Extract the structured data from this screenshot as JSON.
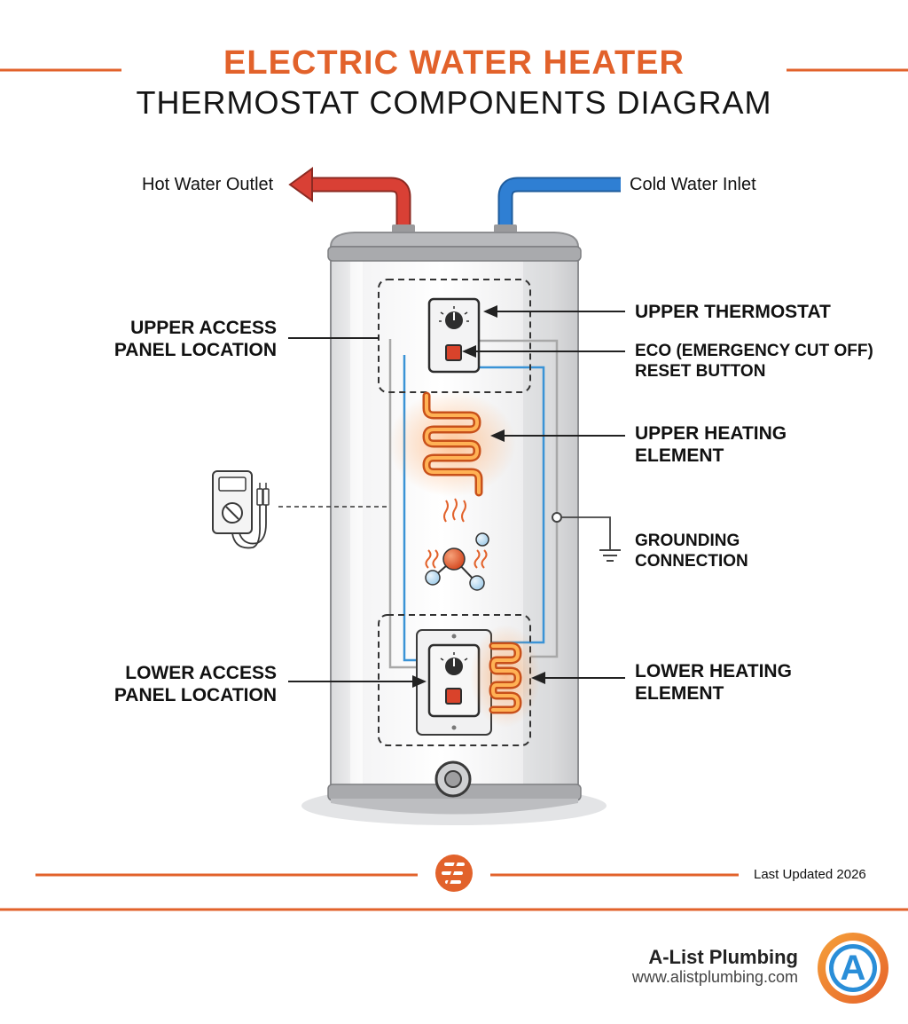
{
  "title": {
    "line1": "ELECTRIC WATER HEATER",
    "line2": "THERMOSTAT COMPONENTS DIAGRAM"
  },
  "pipes": {
    "hot_label": "Hot Water Outlet",
    "cold_label": "Cold Water Inlet"
  },
  "labels": {
    "upper_panel_l1": "UPPER ACCESS",
    "upper_panel_l2": "PANEL LOCATION",
    "upper_thermostat": "UPPER THERMOSTAT",
    "eco_l1": "ECO (EMERGENCY CUT OFF)",
    "eco_l2": "RESET BUTTON",
    "upper_element_l1": "UPPER HEATING",
    "upper_element_l2": "ELEMENT",
    "grounding_l1": "GROUNDING",
    "grounding_l2": "CONNECTION",
    "lower_panel_l1": "LOWER ACCESS",
    "lower_panel_l2": "PANEL LOCATION",
    "lower_element_l1": "LOWER HEATING",
    "lower_element_l2": "ELEMENT"
  },
  "footer": {
    "updated": "Last Updated 2026"
  },
  "brand": {
    "name": "A-List Plumbing",
    "url": "www.alistplumbing.com",
    "logo_letter": "A"
  },
  "colors": {
    "accent": "#e2622b",
    "hot": "#d94035",
    "cold": "#2f7fd3",
    "element": "#f07a1e",
    "wire_blue": "#3a93d6",
    "wire_gray": "#a8a8a8"
  }
}
